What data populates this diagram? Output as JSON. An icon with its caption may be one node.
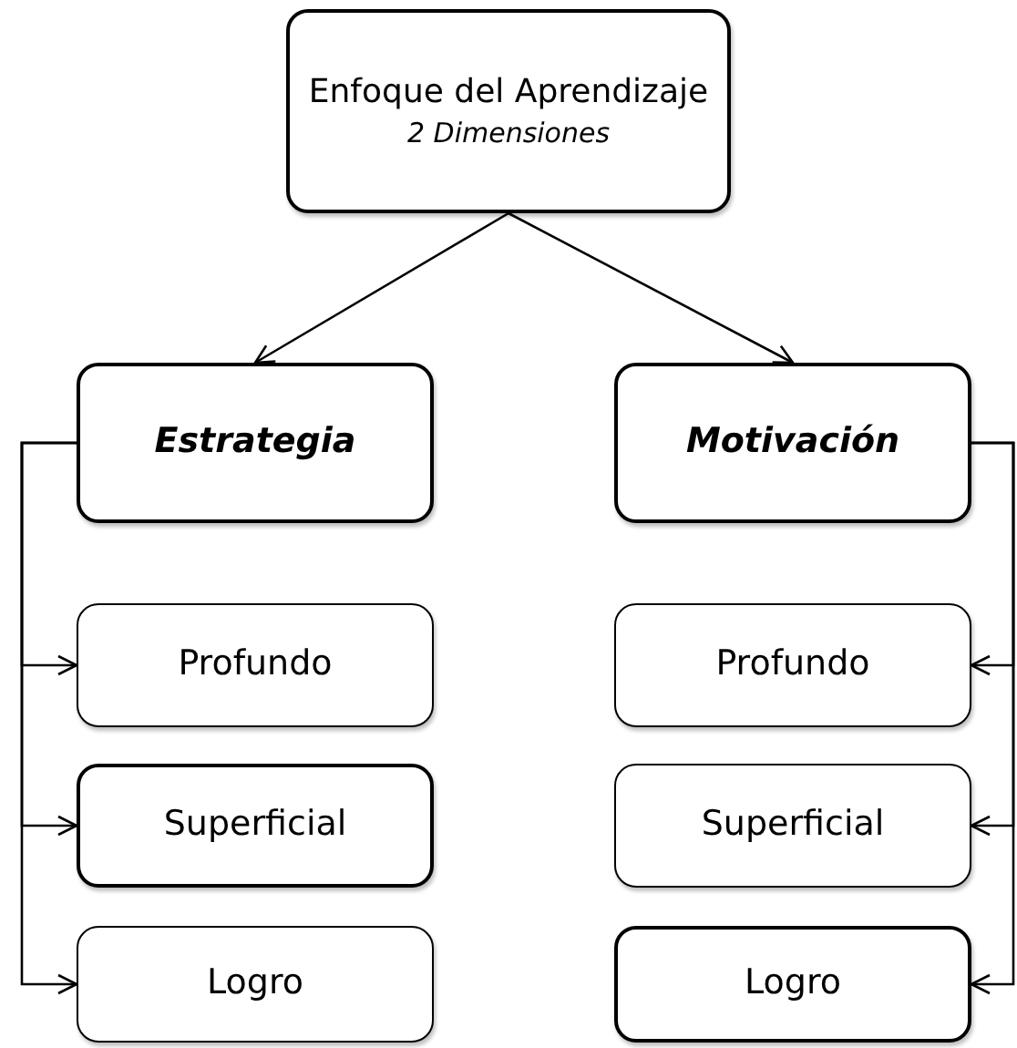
{
  "diagram": {
    "nodes": [
      {
        "text": [
          "Enfoque del Aprendizaje",
          "2 Dimensiones"
        ]
      },
      {
        "text": [
          "Estrategia"
        ]
      },
      {
        "text": [
          "Motivación"
        ]
      },
      {
        "text": [
          "Profundo"
        ]
      },
      {
        "text": [
          "Superficial"
        ]
      },
      {
        "text": [
          "Logro"
        ]
      },
      {
        "text": [
          "Profundo"
        ]
      },
      {
        "text": [
          "Superficial"
        ]
      },
      {
        "text": [
          "Logro"
        ]
      }
    ],
    "edges": [
      {
        "from": 0,
        "to": 1,
        "arrow": "to"
      },
      {
        "from": 0,
        "to": 2,
        "arrow": "to"
      },
      {
        "from": 1,
        "to": 3,
        "arrow": "to"
      },
      {
        "from": 1,
        "to": 4,
        "arrow": "to"
      },
      {
        "from": 1,
        "to": 5,
        "arrow": "to"
      },
      {
        "from": 2,
        "to": 6,
        "arrow": "to"
      },
      {
        "from": 2,
        "to": 7,
        "arrow": "to"
      },
      {
        "from": 2,
        "to": 8,
        "arrow": "to"
      }
    ]
  }
}
